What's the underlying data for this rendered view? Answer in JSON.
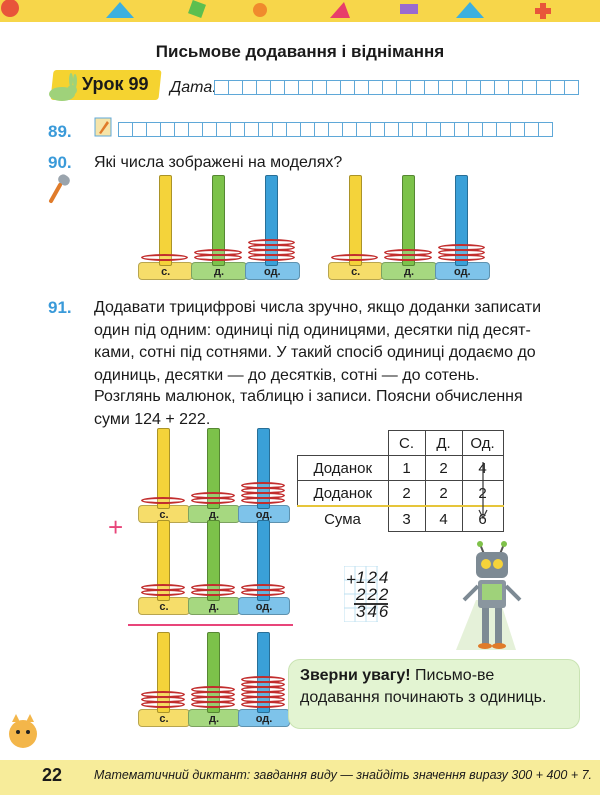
{
  "title": "Письмове додавання і віднімання",
  "lesson": {
    "label": "Урок 99",
    "date_label": "Дата:"
  },
  "task89": {
    "number": "89."
  },
  "task90": {
    "number": "90.",
    "text": "Які числа зображені на моделях?"
  },
  "abacus_labels": {
    "hundreds": "с.",
    "tens": "д.",
    "units": "од."
  },
  "task91": {
    "number": "91.",
    "p1": [
      "Додавати трицифрові числа зручно, якщо доданки записати",
      "один під одним: одиниці під одиницями, десятки під десят-",
      "ками, сотні під сотнями. У такий спосіб одиниці додаємо до",
      "одиниць, десятки — до десятків, сотні — до сотень."
    ],
    "p2": [
      "Розглянь малюнок, таблицю і записи. Поясни обчислення",
      "суми 124 + 222."
    ],
    "plus_sign": "+"
  },
  "place_table": {
    "headers": [
      "С.",
      "Д.",
      "Од."
    ],
    "rows": [
      {
        "label": "Доданок",
        "values": [
          "1",
          "2",
          "4"
        ]
      },
      {
        "label": "Доданок",
        "values": [
          "2",
          "2",
          "2"
        ]
      },
      {
        "label": "Сума",
        "values": [
          "3",
          "4",
          "6"
        ]
      }
    ]
  },
  "column_addition": {
    "sign": "+",
    "addend1": "124",
    "addend2": "222",
    "sum": "346"
  },
  "callout": {
    "bold": "Зверни увагу!",
    "rest": " Письмо-ве додавання починають з одиниць."
  },
  "footer": {
    "page_number": "22",
    "text": "Математичний диктант: завдання виду — знайдіть значення виразу 300 + 400 + 7."
  }
}
